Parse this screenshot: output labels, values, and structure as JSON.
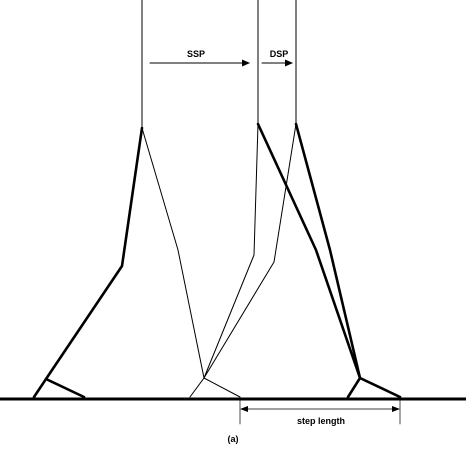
{
  "labels": {
    "ssp": "SSP",
    "dsp": "DSP",
    "step_length": "step length",
    "caption": "(a)"
  },
  "colors": {
    "ink": "#000000",
    "background": "#ffffff"
  }
}
